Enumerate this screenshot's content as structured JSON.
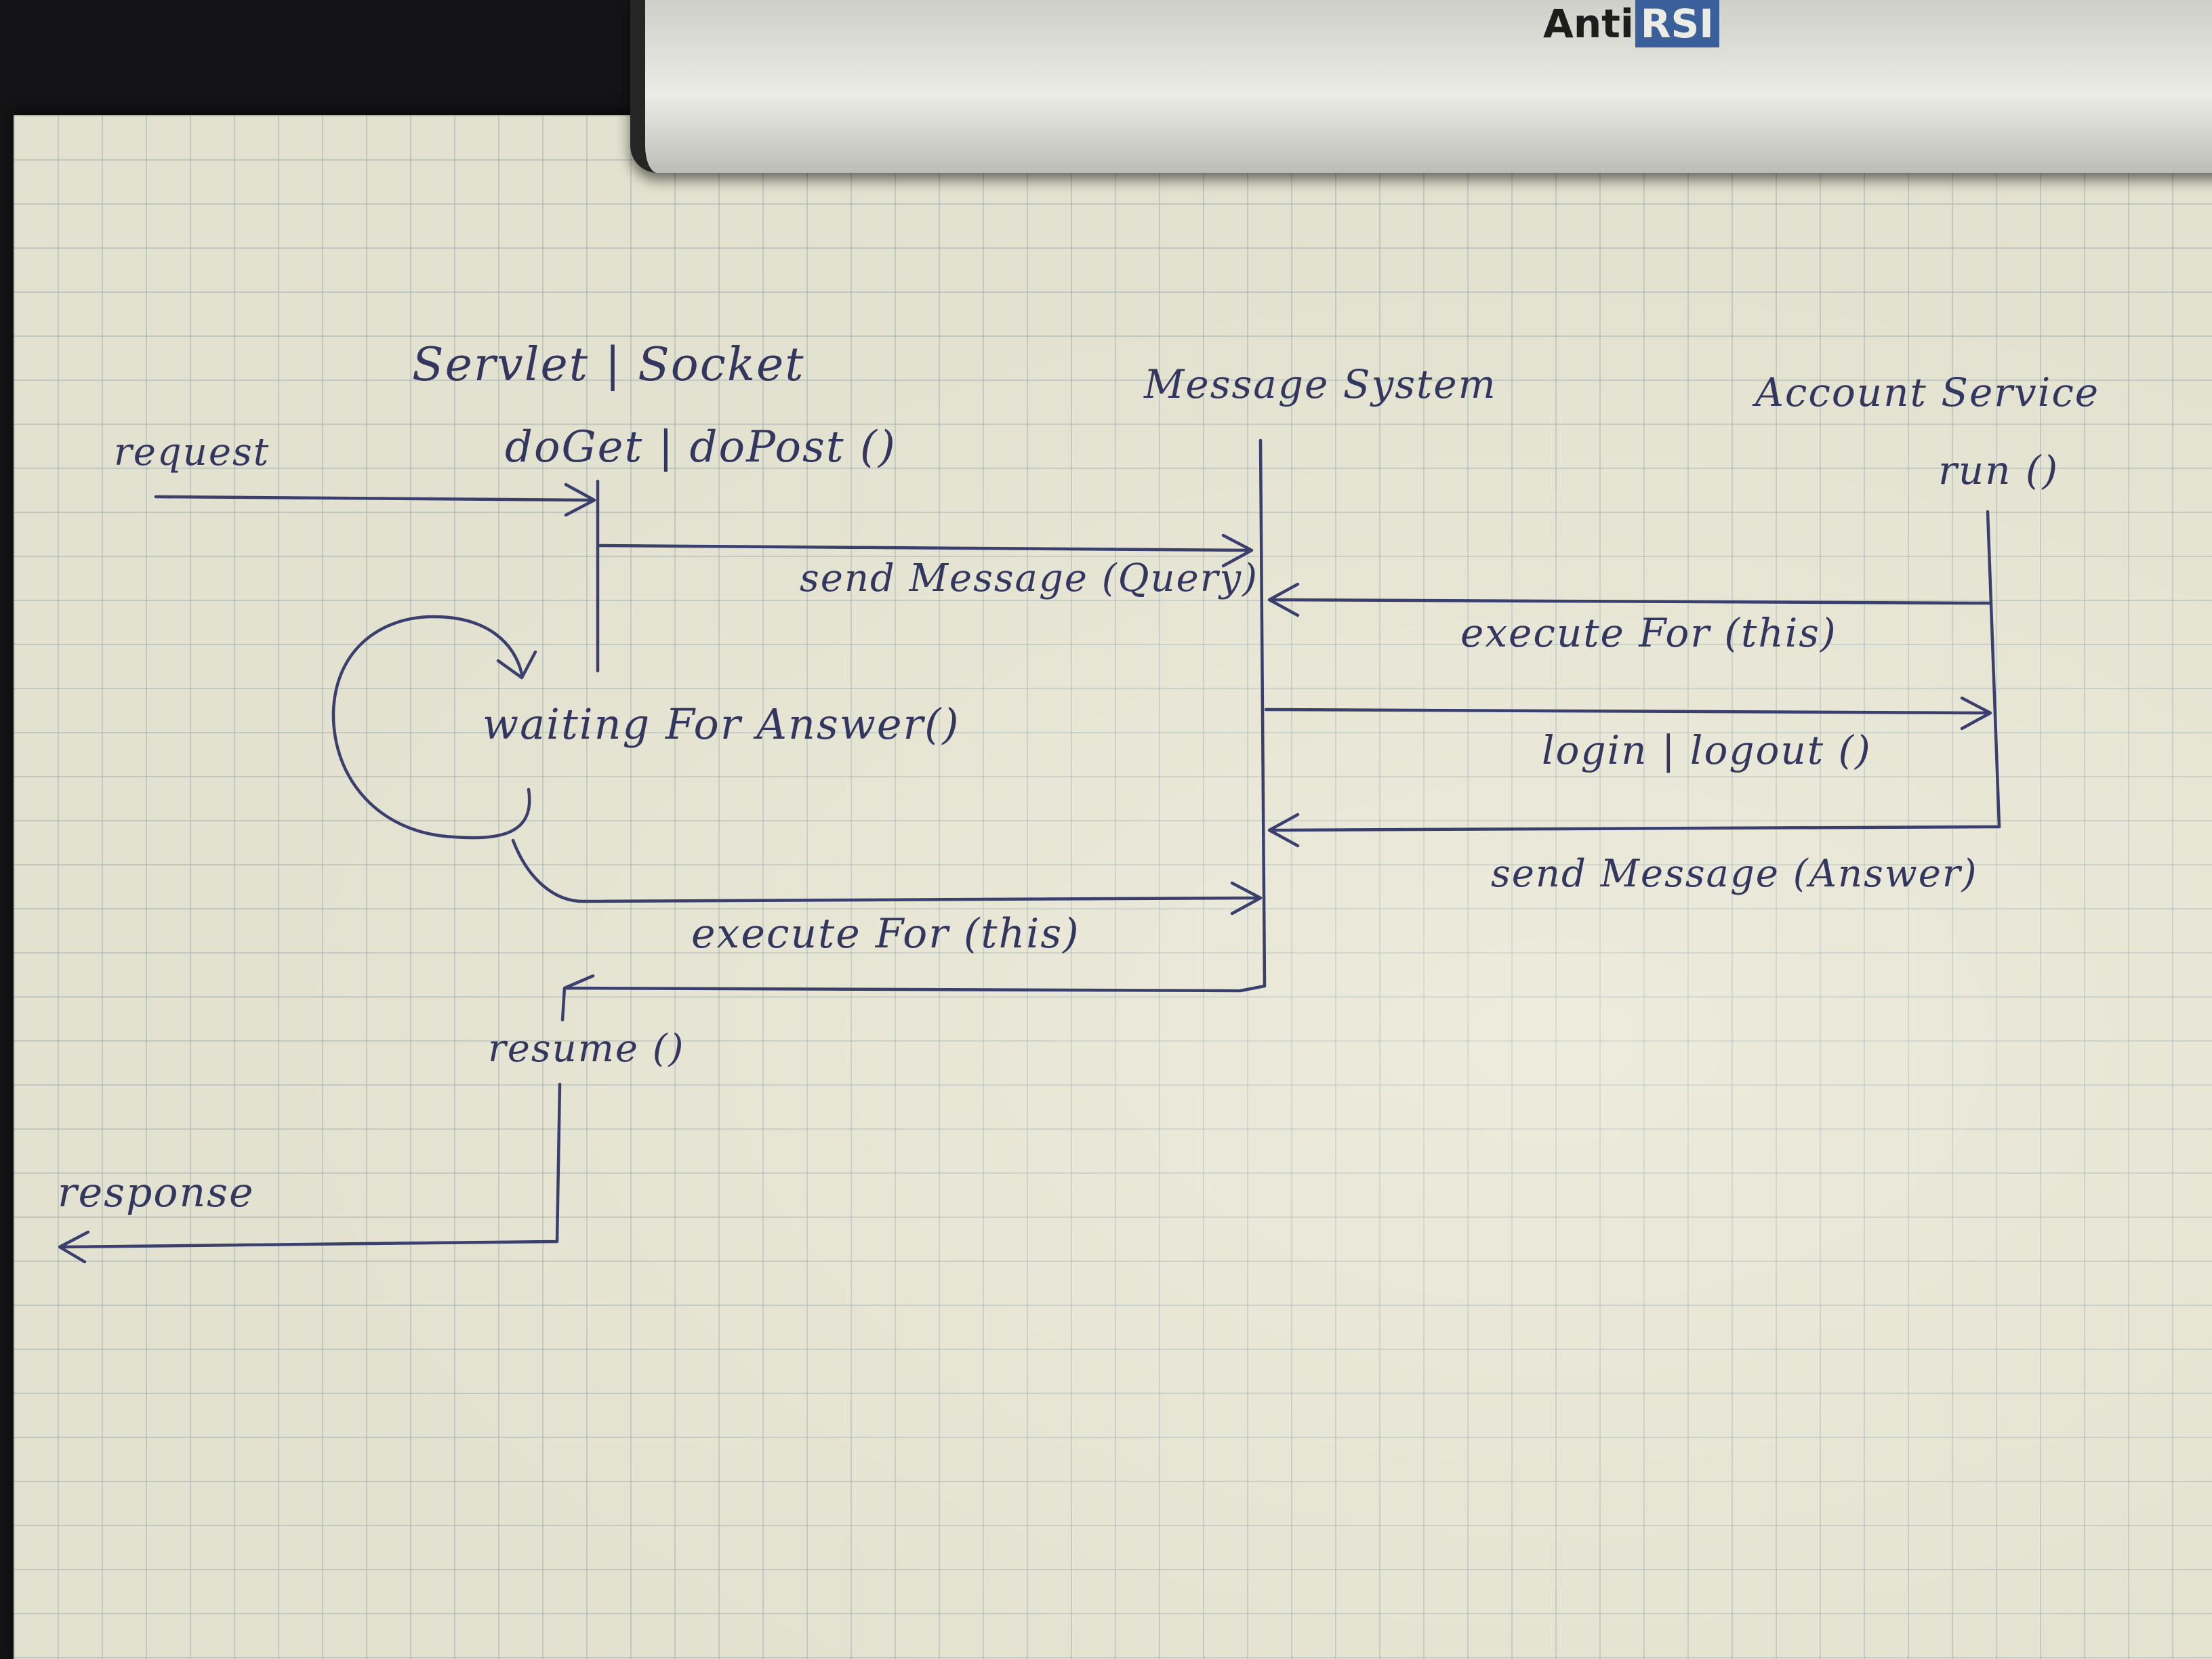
{
  "device": {
    "brand_anti": "Anti",
    "brand_rsi": "RSI"
  },
  "participants": {
    "servlet": "Servlet | Socket",
    "message_system": "Message System",
    "account_service": "Account Service"
  },
  "methods": {
    "do_get_post": "doGet | doPost ()",
    "run": "run ()",
    "waiting": "waiting For Answer()",
    "resume": "resume ()"
  },
  "messages": {
    "request": "request",
    "send_query": "send Message (Query)",
    "execute_for_1": "execute For (this)",
    "login_logout": "login | logout ()",
    "send_answer": "send Message (Answer)",
    "execute_for_2": "execute For (this)",
    "response": "response"
  },
  "colors": {
    "ink": "#33375f",
    "paper": "#e3e1cf",
    "grid": "#7896a0"
  }
}
